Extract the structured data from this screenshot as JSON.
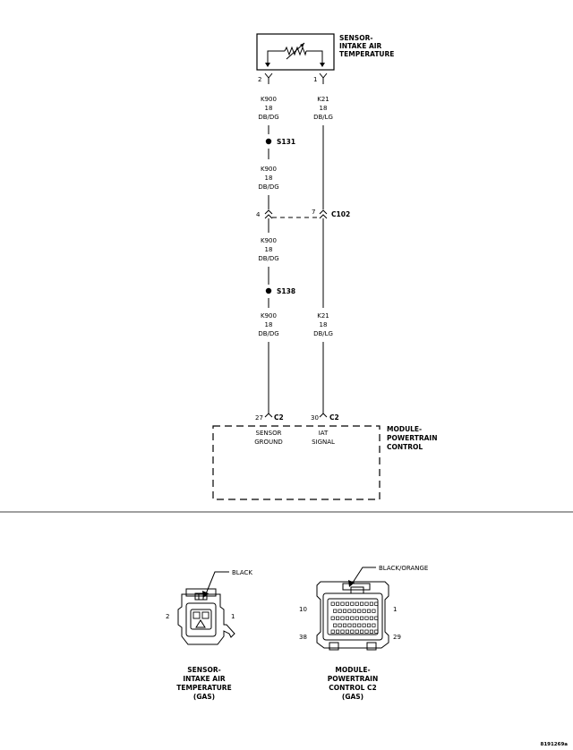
{
  "sensor": {
    "label_lines": [
      "SENSOR-",
      "INTAKE AIR",
      "TEMPERATURE"
    ],
    "pin_left": "2",
    "pin_right": "1"
  },
  "wires": {
    "left_seg1": [
      "K900",
      "18",
      "DB/DG"
    ],
    "right_seg1": [
      "K21",
      "18",
      "DB/LG"
    ],
    "left_seg2": [
      "K900",
      "18",
      "DB/DG"
    ],
    "left_seg3": [
      "K900",
      "18",
      "DB/DG"
    ],
    "left_seg4": [
      "K900",
      "18",
      "DB/DG"
    ],
    "right_seg2": [
      "K21",
      "18",
      "DB/LG"
    ]
  },
  "splices": {
    "s1": "S131",
    "s2": "S138"
  },
  "c102": {
    "label": "C102",
    "pin_left": "4",
    "pin_right": "7"
  },
  "pcm": {
    "label_lines": [
      "MODULE-",
      "POWERTRAIN",
      "CONTROL"
    ],
    "pin_left": "27",
    "pin_right": "30",
    "conn_left": "C2",
    "conn_right": "C2",
    "term_left": [
      "SENSOR",
      "GROUND"
    ],
    "term_right": [
      "IAT",
      "SIGNAL"
    ]
  },
  "views": {
    "iat": {
      "color": "BLACK",
      "pin_left": "2",
      "pin_right": "1",
      "caption": [
        "SENSOR-",
        "INTAKE AIR",
        "TEMPERATURE",
        "(GAS)"
      ]
    },
    "pcm_c2": {
      "color": "BLACK/ORANGE",
      "pin_tl": "10",
      "pin_tr": "1",
      "pin_bl": "38",
      "pin_br": "29",
      "caption": [
        "MODULE-",
        "POWERTRAIN",
        "CONTROL C2",
        "(GAS)"
      ]
    }
  },
  "figure_id": "8191269a"
}
